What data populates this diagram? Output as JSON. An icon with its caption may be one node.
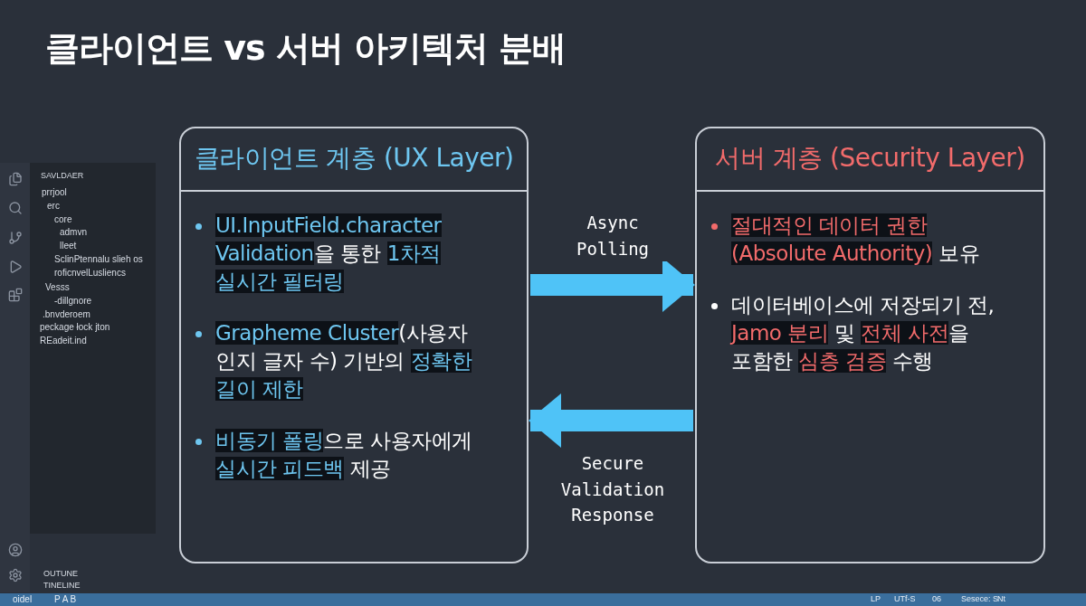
{
  "diagram": {
    "title": "클라이언트 vs 서버 아키텍처 분배",
    "nodes": [
      {
        "text": [
          "클라이언트 계층 (UX Layer)",
          "**UI.InputField.character Validation**을 통한 **1차적 실시간 필터링**",
          "**Grapheme Cluster**(사용자 인지 글자 수) 기반의 **정확한 길이 제한**",
          "**비동기 폴링**으로 사용자에게 **실시간 피드백** 제공"
        ]
      },
      {
        "text": [
          "서버 계층 (Security Layer)",
          "**절대적인 데이터 권한 (Absolute Authority)** 보유",
          "데이터베이스에 저장되기 전, **Jamo 분리** 및 **전체 사전**을 포함한 **심층 검증** 수행"
        ]
      }
    ],
    "edges": [
      {
        "from": 0,
        "to": 1,
        "arrow": "to",
        "label": "Async Polling"
      },
      {
        "from": 1,
        "to": 0,
        "arrow": "to",
        "label": "Secure Validation Response"
      }
    ],
    "labels": [
      "SAVLDAER",
      "prrjool",
      "erc",
      "core",
      "admvn",
      "lleet",
      "SclinPtennalu slieh os",
      "roficnvelLusliencs",
      "Vesss",
      "-dillgnore",
      ".bnvderoem",
      "peckage łock jton",
      "REadeit.ind",
      "OUTUNE",
      "TINELINE",
      "oidel",
      "P A B",
      "LP",
      "UTf-S",
      "06",
      "Sesece: S",
      "Nt"
    ]
  }
}
